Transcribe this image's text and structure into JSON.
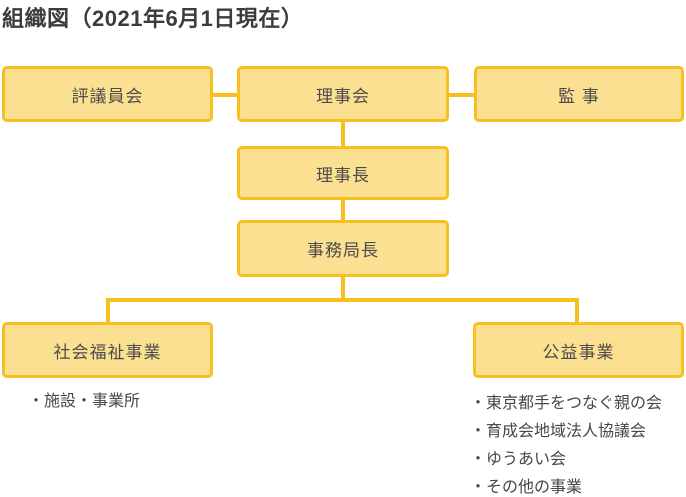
{
  "title": "組織図（2021年6月1日現在）",
  "colors": {
    "background": "#FFFFFF",
    "box_fill": "#FBE091",
    "box_border": "#F9BF1E",
    "connector": "#F9BF1E",
    "title_text": "#3C3C3C",
    "box_text": "#4B4B4B",
    "list_text": "#474747"
  },
  "nodes": {
    "council": {
      "label": "評議員会"
    },
    "board": {
      "label": "理事会"
    },
    "auditor": {
      "label": "監 事"
    },
    "chairman": {
      "label": "理事長"
    },
    "secretary_general": {
      "label": "事務局長"
    },
    "social_welfare": {
      "label": "社会福祉事業"
    },
    "public_interest": {
      "label": "公益事業"
    }
  },
  "lists": {
    "social_welfare_items": [
      "・施設・事業所"
    ],
    "public_interest_items": [
      "・東京都手をつなぐ親の会",
      "・育成会地域法人協議会",
      "・ゆうあい会",
      "・その他の事業"
    ]
  }
}
